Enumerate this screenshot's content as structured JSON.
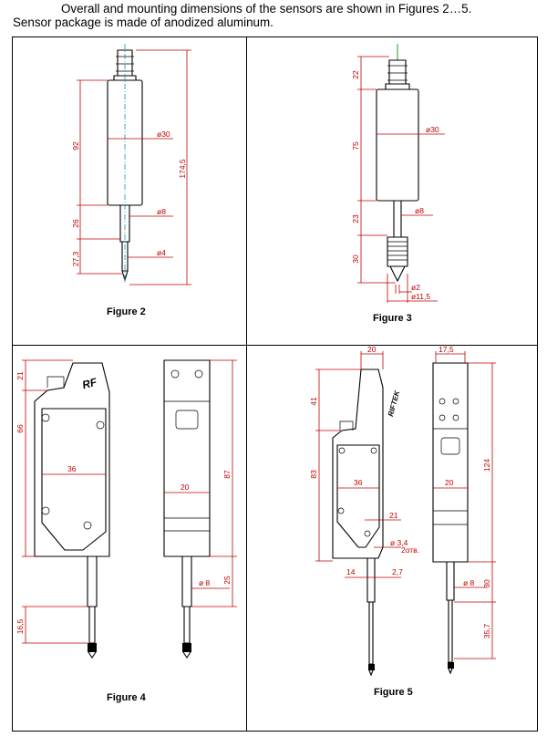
{
  "intro": {
    "line1": "Overall and mounting dimensions of the sensors are shown in Figures 2…5.",
    "line2": "Sensor package is made of anodized aluminum."
  },
  "figures": [
    {
      "caption": "Figure 2",
      "dims": [
        "92",
        "26",
        "27,3",
        "174,5",
        "ø30",
        "ø8",
        "ø4"
      ]
    },
    {
      "caption": "Figure 3",
      "dims": [
        "22",
        "75",
        "23",
        "30",
        "ø30",
        "ø8",
        "ø2",
        "ø11,5"
      ]
    },
    {
      "caption": "Figure 4",
      "dims": [
        "21",
        "66",
        "36",
        "16,5",
        "20",
        "87",
        "25",
        "ø 8"
      ],
      "logo": "RF"
    },
    {
      "caption": "Figure 5",
      "dims": [
        "20",
        "17,5",
        "41",
        "83",
        "36",
        "21",
        "ø 3,4",
        "2отв.",
        "14",
        "2,7",
        "20",
        "124",
        "ø 8",
        "30",
        "35,7"
      ],
      "logo": "RIFTEK"
    }
  ]
}
